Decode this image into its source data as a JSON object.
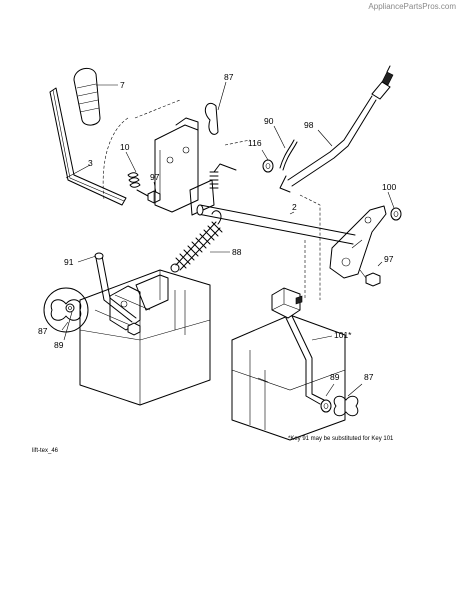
{
  "header": {
    "watermark": "AppliancePartsPros.com"
  },
  "diagram": {
    "code": "lift-tex_46",
    "footnote": "*Key 91 may be substituted for Key 101",
    "callouts": [
      {
        "id": "7",
        "text": "7"
      },
      {
        "id": "87a",
        "text": "87"
      },
      {
        "id": "90",
        "text": "90"
      },
      {
        "id": "98",
        "text": "98"
      },
      {
        "id": "10",
        "text": "10"
      },
      {
        "id": "116",
        "text": "116"
      },
      {
        "id": "3",
        "text": "3"
      },
      {
        "id": "97a",
        "text": "97"
      },
      {
        "id": "100",
        "text": "100"
      },
      {
        "id": "2",
        "text": "2"
      },
      {
        "id": "88",
        "text": "88"
      },
      {
        "id": "91",
        "text": "91"
      },
      {
        "id": "97b",
        "text": "97"
      },
      {
        "id": "87b",
        "text": "87"
      },
      {
        "id": "89a",
        "text": "89"
      },
      {
        "id": "101",
        "text": "101*"
      },
      {
        "id": "89b",
        "text": "89"
      },
      {
        "id": "87c",
        "text": "87"
      }
    ]
  }
}
